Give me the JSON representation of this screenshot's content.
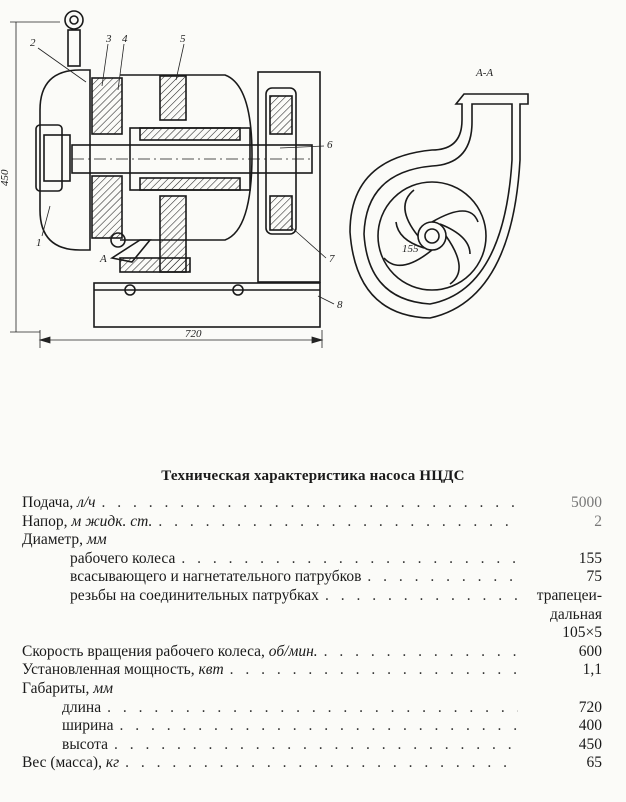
{
  "drawing": {
    "dimension_height": "450",
    "dimension_length": "720",
    "section_label": "A-A",
    "view_marker": "A",
    "callouts": [
      "1",
      "2",
      "3",
      "4",
      "5",
      "6",
      "7",
      "8"
    ],
    "impeller_mark": "155"
  },
  "spec": {
    "title": "Техническая характеристика насоса НЦДС",
    "rows": [
      {
        "label": "Подача, ",
        "unit": "л/ч",
        "value": "5000",
        "light": true
      },
      {
        "label": "Напор, ",
        "unit": "м жидк. ст.",
        "value": "2",
        "light": true
      },
      {
        "label": "Диаметр, ",
        "unit": "мм",
        "value": "",
        "nodots": true
      },
      {
        "label": "рабочего колеса",
        "unit": "",
        "value": "155",
        "indent": 1
      },
      {
        "label": "всасывающего и нагнетательного патрубков",
        "unit": "",
        "value": "75",
        "indent": 1
      },
      {
        "label": "резьбы на соединительных патрубках",
        "unit": "",
        "value": "трапецеи-",
        "indent": 1
      },
      {
        "label": "Скорость вращения рабочего колеса, ",
        "unit": "об/мин.",
        "value": "600"
      },
      {
        "label": "Установленная мощность, ",
        "unit": "квт",
        "value": "1,1"
      },
      {
        "label": "Габариты, ",
        "unit": "мм",
        "value": "",
        "nodots": true
      },
      {
        "label": "длина",
        "unit": "",
        "value": "720",
        "indent": 2
      },
      {
        "label": "ширина",
        "unit": "",
        "value": "400",
        "indent": 2
      },
      {
        "label": "высота",
        "unit": "",
        "value": "450",
        "indent": 2
      },
      {
        "label": "Вес (масса), ",
        "unit": "кг",
        "value": "65"
      }
    ],
    "thread_cont_1": "дальная",
    "thread_cont_2": "105×5"
  }
}
